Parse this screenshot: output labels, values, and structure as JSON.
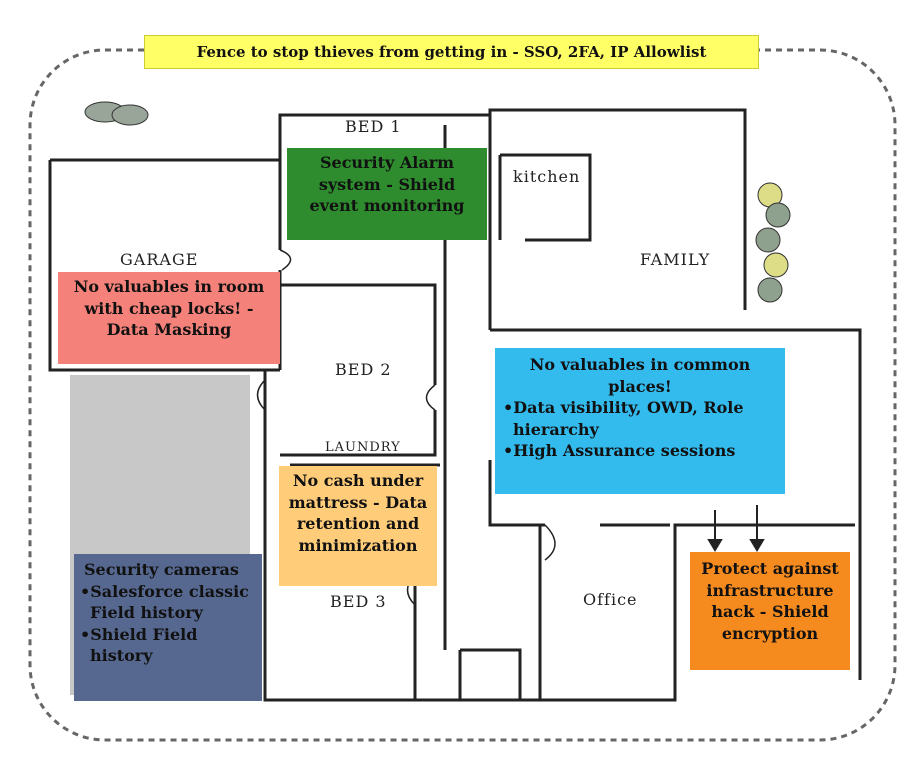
{
  "fence_label": "Fence to stop thieves from getting in - SSO, 2FA, IP Allowlist",
  "rooms": {
    "bed1": "BED 1",
    "kitchen": "kitchen",
    "family": "FAMILY",
    "garage": "GARAGE",
    "bed2": "BED 2",
    "laundry": "LAUNDRY",
    "bed3": "BED 3",
    "office": "Office"
  },
  "notes": {
    "alarm": {
      "text": "Security Alarm system - Shield event monitoring",
      "color": "#2e8b2e"
    },
    "garage": {
      "text": "No valuables in room with cheap locks! - Data Masking",
      "color": "#f4827a"
    },
    "common": {
      "title": "No valuables in common places!",
      "items": [
        "Data visibility, OWD, Role hierarchy",
        "High Assurance sessions"
      ],
      "color": "#33bbee"
    },
    "mattress": {
      "text": "No cash under mattress - Data retention and minimization",
      "color": "#ffcc7a"
    },
    "cameras": {
      "title": "Security cameras",
      "items": [
        "Salesforce classic Field history",
        "Shield Field history"
      ],
      "color": "#56688f"
    },
    "infra": {
      "text": "Protect against infrastructure hack - Shield encryption",
      "color": "#f58a1f"
    }
  },
  "driveway_color": "#c8c8c8"
}
